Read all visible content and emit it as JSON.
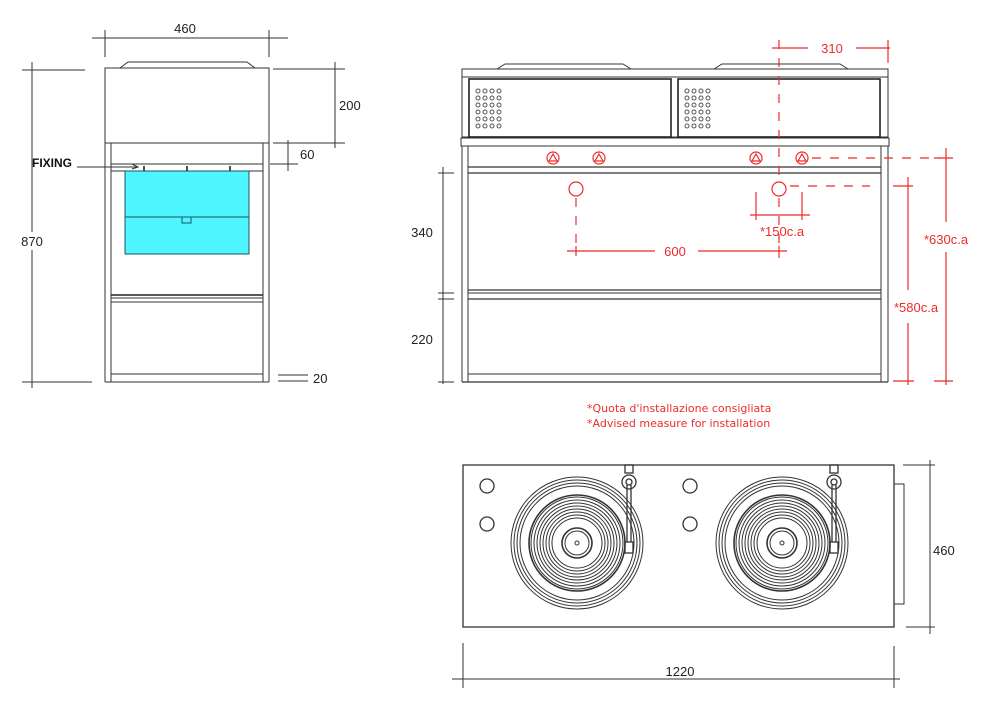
{
  "drawing": {
    "colors": {
      "line": "#333333",
      "annotation": "#ee2b2b",
      "highlight": "#4ff5ff"
    },
    "side_view": {
      "width_label": "460",
      "height_label": "870",
      "top_box_label": "200",
      "gap_label": "60",
      "base_label": "20",
      "fixing_label": "FIXING"
    },
    "front_view": {
      "upper_label": "340",
      "lower_label": "220",
      "offset_label": "310",
      "spacing_label": "600",
      "tolerance_label": "*150c.a",
      "height_a_label": "*630c.a",
      "height_b_label": "*580c.a"
    },
    "notes": [
      "*Quota d'installazione consigliata",
      "*Advised measure for installation"
    ],
    "top_view": {
      "width_label": "1220",
      "depth_label": "460"
    }
  }
}
